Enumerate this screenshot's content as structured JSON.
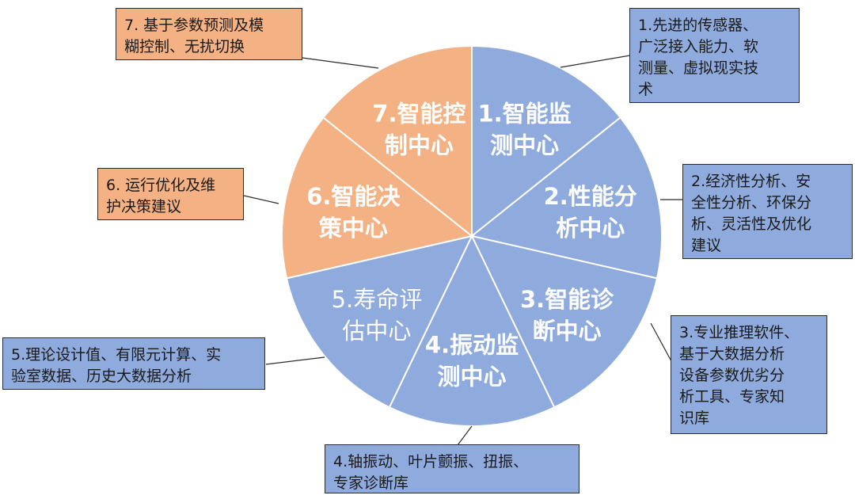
{
  "colors": {
    "blue": "#8faadc",
    "orange": "#f4b183",
    "slice_stroke": "#ffffff",
    "leader": "#2b2b2b"
  },
  "slices": [
    {
      "id": "1",
      "line1": "1.智能监",
      "line2": "测中心",
      "color": "blue"
    },
    {
      "id": "2",
      "line1": "2.性能分",
      "line2": "析中心",
      "color": "blue"
    },
    {
      "id": "3",
      "line1": "3.智能诊",
      "line2": "断中心",
      "color": "blue"
    },
    {
      "id": "4",
      "line1": "4.振动监",
      "line2": "测中心",
      "color": "blue"
    },
    {
      "id": "5",
      "line1": "5.寿命评",
      "line2": "估中心",
      "color": "blue"
    },
    {
      "id": "6",
      "line1": "6.智能决",
      "line2": "策中心",
      "color": "orange"
    },
    {
      "id": "7",
      "line1": "7.智能控",
      "line2": "制中心",
      "color": "orange"
    }
  ],
  "notes": {
    "n1": "1.先进的传感器、\n广泛接入能力、软\n测量、虚拟现实技\n术",
    "n2": "2.经济性分析、安\n全性分析、环保分\n析、灵活性及优化\n建议",
    "n3": "3.专业推理软件、\n基于大数据分析\n设备参数优劣分\n析工具、专家知\n识库",
    "n4": "4.轴振动、叶片颤振、扭振、\n专家诊断库",
    "n5": "5.理论设计值、有限元计算、实\n验室数据、历史大数据分析",
    "n6": "6. 运行优化及维\n护决策建议",
    "n7": "7. 基于参数预测及模\n糊控制、无扰切换"
  }
}
